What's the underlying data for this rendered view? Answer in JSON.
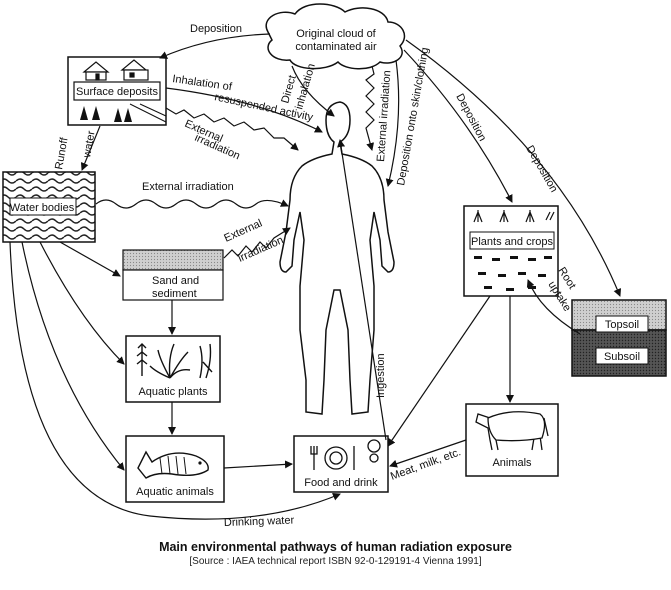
{
  "nodes": {
    "cloud": [
      "Original cloud of",
      "contaminated air"
    ],
    "surface_deposits": "Surface deposits",
    "water_bodies": "Water bodies",
    "sand_sediment": [
      "Sand and",
      "sediment"
    ],
    "aquatic_plants": "Aquatic plants",
    "aquatic_animals": "Aquatic animals",
    "food_drink": "Food and drink",
    "animals": "Animals",
    "plants_crops": "Plants and crops",
    "topsoil": "Topsoil",
    "subsoil": "Subsoil"
  },
  "edges": {
    "deposition_left": "Deposition",
    "inhalation_resuspended": [
      "Inhalation of",
      "resuspended activity"
    ],
    "direct_inhalation": [
      "Direct",
      "inhalation"
    ],
    "external_irradiation_cloud": "External irradiation",
    "deposition_skin": "Deposition onto skin/clothing",
    "deposition_plants": "Deposition",
    "deposition_soil": "Deposition",
    "external_irradiation_surface": [
      "External",
      "irradiation"
    ],
    "runoff_water": [
      "Runoff",
      "water"
    ],
    "external_irradiation_water": "External irradiation",
    "external_irradiation_sand": [
      "External",
      "irradiation"
    ],
    "root_uptake": [
      "Root",
      "uptake"
    ],
    "ingestion": "Ingestion",
    "meat_milk": "Meat, milk, etc.",
    "drinking_water": "Drinking water"
  },
  "caption": {
    "title": "Main environmental pathways of human radiation exposure",
    "source": "[Source : IAEA technical report ISBN 92-0-129191-4 Vienna 1991]"
  }
}
